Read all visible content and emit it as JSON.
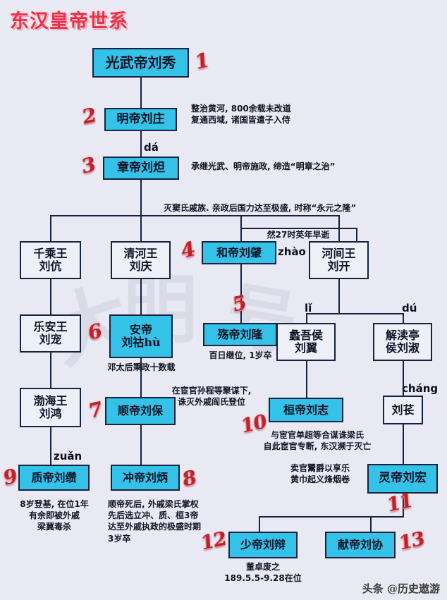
{
  "title": "东汉皇帝世系",
  "watermark": {
    "part1": "大",
    "part2": "明",
    "part3": "号"
  },
  "credit": "头条 @历史遨游",
  "colors": {
    "background": "#e8e9f3",
    "emperor_box": "#35c2e8",
    "kin_box": "#eef0f7",
    "line": "#16233f",
    "title": "#e8314a",
    "ordinal": "#c0202a"
  },
  "boxes": {
    "guangwu": {
      "line1": "光武帝刘秀",
      "type": "emperor"
    },
    "mingdi": {
      "line1": "明帝刘庄",
      "type": "emperor"
    },
    "zhangdi": {
      "line1": "章帝刘炟",
      "type": "emperor"
    },
    "qianchengwang": {
      "line1": "千乘王",
      "line2": "刘伉",
      "type": "kin"
    },
    "qinghewang": {
      "line1": "清河王",
      "line2": "刘庆",
      "type": "kin"
    },
    "hedi": {
      "line1": "和帝刘肈",
      "type": "emperor"
    },
    "hejianwang": {
      "line1": "河间王",
      "line2": "刘开",
      "type": "kin"
    },
    "leanwang": {
      "line1": "乐安王",
      "line2": "刘宠",
      "type": "kin"
    },
    "andi": {
      "line1": "安帝",
      "line2": "刘祜hù",
      "type": "emperor"
    },
    "shangdi": {
      "line1": "殇帝刘隆",
      "type": "emperor"
    },
    "lihou": {
      "line1": "蠡吾侯",
      "line2": "刘翼",
      "type": "kin"
    },
    "jieduting": {
      "line1": "解渎亭",
      "line2": "侯刘淑",
      "type": "kin"
    },
    "bohaiwang": {
      "line1": "渤海王",
      "line2": "刘鸿",
      "type": "kin"
    },
    "shundi": {
      "line1": "顺帝刘保",
      "type": "emperor"
    },
    "huandi": {
      "line1": "桓帝刘志",
      "type": "emperor"
    },
    "liuchang": {
      "line1": "刘苌",
      "type": "kin"
    },
    "zhidi": {
      "line1": "质帝刘缵",
      "type": "emperor"
    },
    "chongdi": {
      "line1": "冲帝刘炳",
      "type": "emperor"
    },
    "lingdi": {
      "line1": "灵帝刘宏",
      "type": "emperor"
    },
    "shaodi": {
      "line1": "少帝刘辩",
      "type": "emperor"
    },
    "xiandi": {
      "line1": "献帝刘协",
      "type": "emperor"
    }
  },
  "ordinals": {
    "n1": "1",
    "n2": "2",
    "n3": "3",
    "n4": "4",
    "n5": "5",
    "n6": "6",
    "n7": "7",
    "n8": "8",
    "n9": "9",
    "n10": "10",
    "n11": "11",
    "n12": "12",
    "n13": "13"
  },
  "pinyin": {
    "da": "dá",
    "zhao": "zhào",
    "hu": "lǐ",
    "du": "dú",
    "chang": "cháng",
    "zuan": "zuǎn"
  },
  "notes": {
    "mingdi": "整治黄河, 800余载未改道\n复通西域, 诸国皆遣子入侍",
    "zhangdi": "承继光武、明帝施政, 缔造“明章之治”",
    "hedi_top": "灭窦氏戚族. 亲政后国力达至极盛, 时称“永元之隆”",
    "hedi_box": "然27时英年早逝",
    "andi": "邓太后秉政十数载",
    "shangdi": "百日继位, 1岁卒",
    "shundi": "在宦官孙程等聚谋下,\n诛灭外戚阎氏登位",
    "huandi": "与宦官单超等合谋诛梁氏\n自此宦官专断, 东汉濒于灭亡",
    "lingdi": "卖官鬻爵以享乐\n黄巾起义烽烟卷",
    "zhidi": "8岁登基, 在位1年\n有余即被外戚\n梁冀毒杀",
    "chongdi": "顺帝死后, 外戚梁氏掌权\n先后选立冲、质、桓3帝\n达至外戚执政的极盛时期\n3岁卒",
    "shaodi": "董卓废之\n189.5.5-9.28在位"
  }
}
